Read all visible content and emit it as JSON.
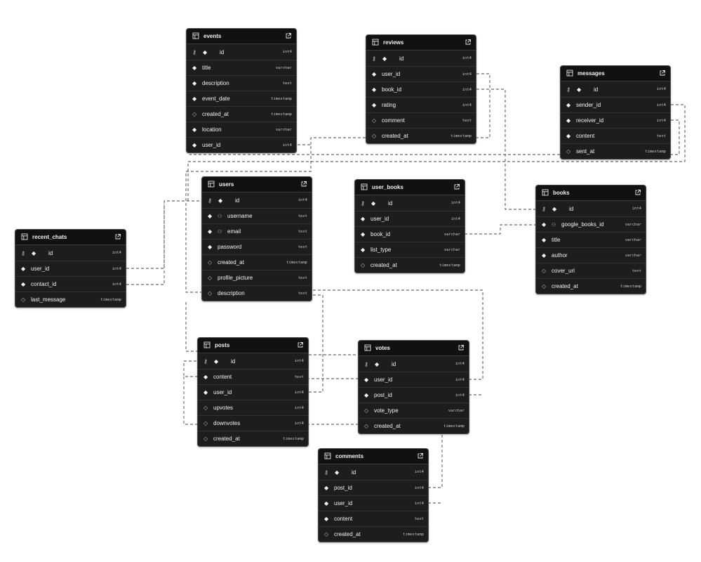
{
  "icons": {
    "table": "table-icon",
    "open": "external-link-icon",
    "primary_key": "key-icon",
    "unique": "fingerprint-icon",
    "not_null": "filled-diamond-icon",
    "nullable": "hollow-diamond-icon"
  },
  "colors": {
    "header": "#111111",
    "body": "#1d1d1d",
    "divider": "#333333",
    "connector": "#444444"
  },
  "tables": [
    {
      "id": "events",
      "name": "events",
      "columns": [
        {
          "name": "id",
          "type": "int4",
          "pk": true
        },
        {
          "name": "title",
          "type": "varchar"
        },
        {
          "name": "description",
          "type": "text"
        },
        {
          "name": "event_date",
          "type": "timestamp"
        },
        {
          "name": "created_at",
          "type": "timestamp",
          "nullable": true
        },
        {
          "name": "location",
          "type": "varchar"
        },
        {
          "name": "user_id",
          "type": "int4"
        }
      ]
    },
    {
      "id": "reviews",
      "name": "reviews",
      "columns": [
        {
          "name": "id",
          "type": "int4",
          "pk": true
        },
        {
          "name": "user_id",
          "type": "int4"
        },
        {
          "name": "book_id",
          "type": "int4"
        },
        {
          "name": "rating",
          "type": "int4"
        },
        {
          "name": "comment",
          "type": "text",
          "nullable": true
        },
        {
          "name": "created_at",
          "type": "timestamp",
          "nullable": true
        }
      ]
    },
    {
      "id": "messages",
      "name": "messages",
      "columns": [
        {
          "name": "id",
          "type": "int4",
          "pk": true
        },
        {
          "name": "sender_id",
          "type": "int4"
        },
        {
          "name": "receiver_id",
          "type": "int4"
        },
        {
          "name": "content",
          "type": "text"
        },
        {
          "name": "sent_at",
          "type": "timestamp",
          "nullable": true
        }
      ]
    },
    {
      "id": "users",
      "name": "users",
      "columns": [
        {
          "name": "id",
          "type": "int4",
          "pk": true
        },
        {
          "name": "username",
          "type": "text",
          "unique": true
        },
        {
          "name": "email",
          "type": "text",
          "unique": true
        },
        {
          "name": "password",
          "type": "text"
        },
        {
          "name": "created_at",
          "type": "timestamp",
          "nullable": true
        },
        {
          "name": "profile_picture",
          "type": "text",
          "nullable": true
        },
        {
          "name": "description",
          "type": "text",
          "nullable": true
        }
      ]
    },
    {
      "id": "user_books",
      "name": "user_books",
      "columns": [
        {
          "name": "id",
          "type": "int4",
          "pk": true
        },
        {
          "name": "user_id",
          "type": "int4"
        },
        {
          "name": "book_id",
          "type": "varchar"
        },
        {
          "name": "list_type",
          "type": "varchar"
        },
        {
          "name": "created_at",
          "type": "timestamp",
          "nullable": true
        }
      ]
    },
    {
      "id": "books",
      "name": "books",
      "columns": [
        {
          "name": "id",
          "type": "int4",
          "pk": true
        },
        {
          "name": "google_books_id",
          "type": "varchar",
          "unique": true
        },
        {
          "name": "title",
          "type": "varchar"
        },
        {
          "name": "author",
          "type": "varchar"
        },
        {
          "name": "cover_url",
          "type": "text",
          "nullable": true
        },
        {
          "name": "created_at",
          "type": "timestamp",
          "nullable": true
        }
      ]
    },
    {
      "id": "recent_chats",
      "name": "recent_chats",
      "columns": [
        {
          "name": "id",
          "type": "int4",
          "pk": true
        },
        {
          "name": "user_id",
          "type": "int4"
        },
        {
          "name": "contact_id",
          "type": "int4"
        },
        {
          "name": "last_message",
          "type": "timestamp",
          "nullable": true
        }
      ]
    },
    {
      "id": "posts",
      "name": "posts",
      "columns": [
        {
          "name": "id",
          "type": "int4",
          "pk": true
        },
        {
          "name": "content",
          "type": "text"
        },
        {
          "name": "user_id",
          "type": "int4"
        },
        {
          "name": "upvotes",
          "type": "int4",
          "nullable": true
        },
        {
          "name": "downvotes",
          "type": "int4",
          "nullable": true
        },
        {
          "name": "created_at",
          "type": "timestamp",
          "nullable": true
        }
      ]
    },
    {
      "id": "votes",
      "name": "votes",
      "columns": [
        {
          "name": "id",
          "type": "int4",
          "pk": true
        },
        {
          "name": "user_id",
          "type": "int4"
        },
        {
          "name": "post_id",
          "type": "int4"
        },
        {
          "name": "vote_type",
          "type": "varchar",
          "nullable": true
        },
        {
          "name": "created_at",
          "type": "timestamp",
          "nullable": true
        }
      ]
    },
    {
      "id": "comments",
      "name": "comments",
      "columns": [
        {
          "name": "id",
          "type": "int4",
          "pk": true
        },
        {
          "name": "post_id",
          "type": "int4"
        },
        {
          "name": "user_id",
          "type": "int4"
        },
        {
          "name": "content",
          "type": "text"
        },
        {
          "name": "created_at",
          "type": "timestamp",
          "nullable": true
        }
      ]
    }
  ]
}
